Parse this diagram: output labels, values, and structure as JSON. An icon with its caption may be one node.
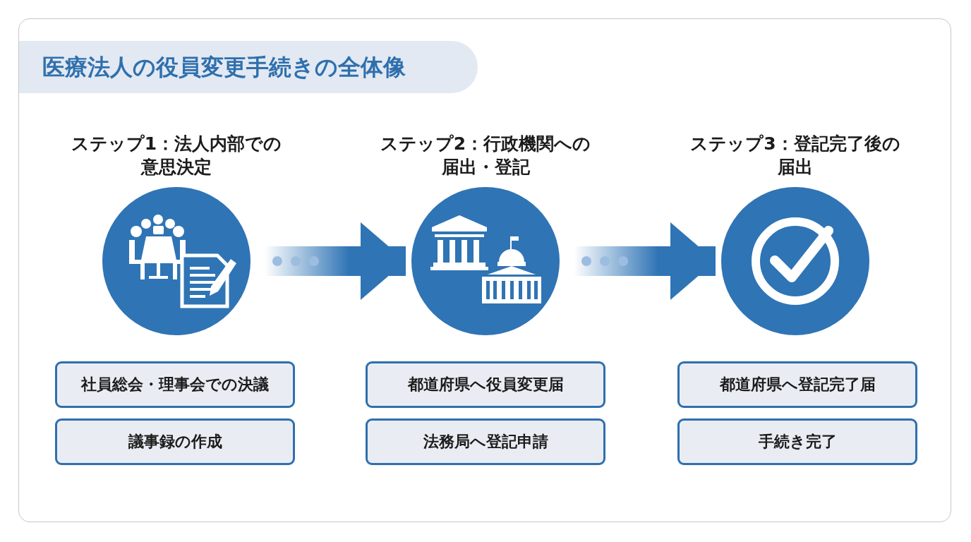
{
  "diagram": {
    "title": "医療法人の役員変更手続きの全体像",
    "nodes": [
      {
        "text": [
          "ステップ1：法人内部での意思決定"
        ]
      },
      {
        "text": [
          "ステップ2：行政機関への届出・登記"
        ]
      },
      {
        "text": [
          "ステップ3：登記完了後の届出"
        ]
      },
      {
        "text": [
          "社員総会・理事会での決議"
        ]
      },
      {
        "text": [
          "都道府県へ役員変更届"
        ]
      },
      {
        "text": [
          "都道府県へ登記完了届"
        ]
      },
      {
        "text": [
          "議事録の作成"
        ]
      },
      {
        "text": [
          "法務局へ登記申請"
        ]
      },
      {
        "text": [
          "手続き完了"
        ]
      }
    ],
    "edges": [
      {
        "from": 0,
        "to": 1,
        "arrow": "to"
      },
      {
        "from": 1,
        "to": 2,
        "arrow": "to"
      }
    ]
  }
}
